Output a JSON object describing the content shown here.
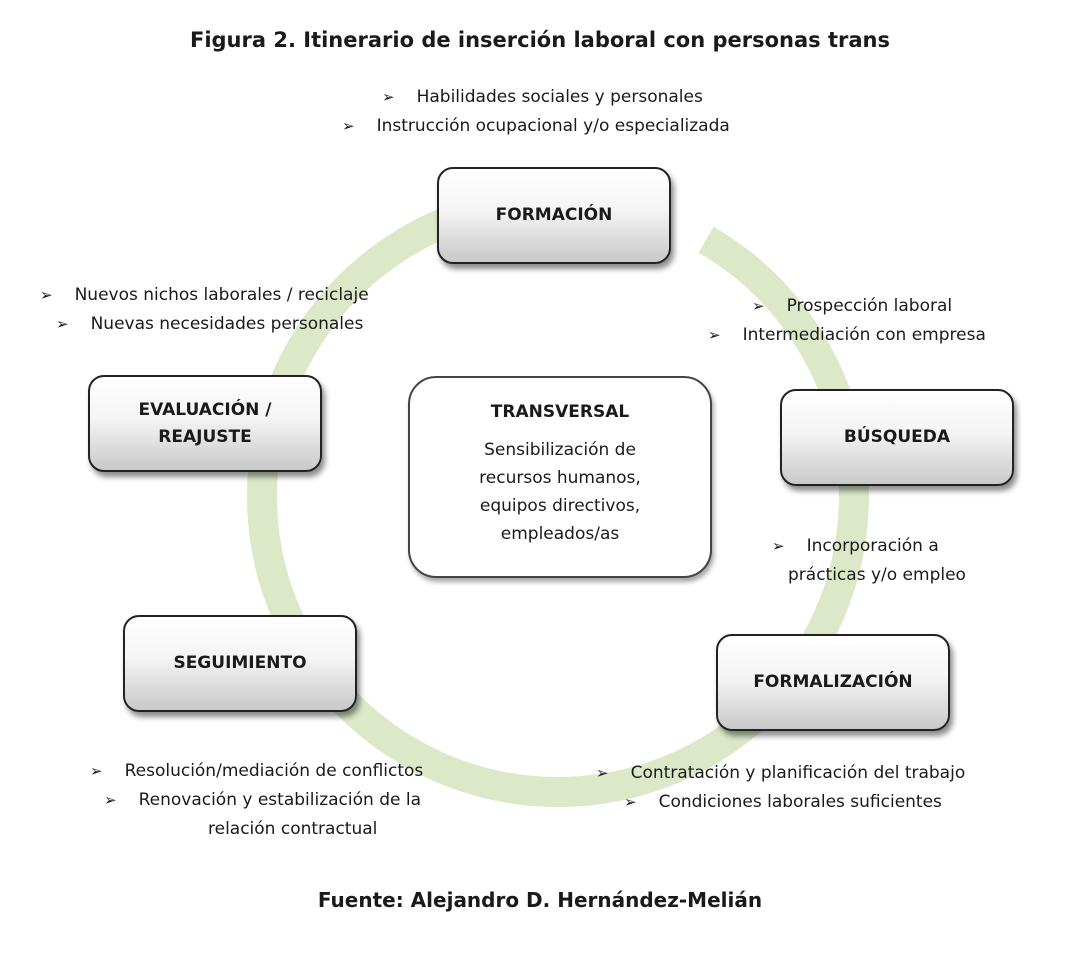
{
  "title": "Figura 2. Itinerario de inserción laboral con personas trans",
  "source": "Fuente: Alejandro D. Hernández-Melián",
  "ring_color": "#dde8c8",
  "bullet_glyph": "➢",
  "stages": {
    "formacion": "FORMACIÓN",
    "busqueda": "BÚSQUEDA",
    "formalizacion": "FORMALIZACIÓN",
    "seguimiento": "SEGUIMIENTO",
    "evaluacion_line1": "EVALUACIÓN /",
    "evaluacion_line2": "REAJUSTE"
  },
  "center": {
    "title": "TRANSVERSAL",
    "lines": [
      "Sensibilización de",
      "recursos humanos,",
      "equipos directivos,",
      "empleados/as"
    ]
  },
  "notes": {
    "formacion": [
      "Habilidades sociales y personales",
      "Instrucción ocupacional y/o especializada"
    ],
    "busqueda": [
      "Prospección laboral",
      "Intermediación con empresa"
    ],
    "formalizacion_in": [
      "Incorporación a",
      "prácticas y/o empleo"
    ],
    "formalizacion_out": [
      "Contratación y planificación del trabajo",
      "Condiciones laborales suficientes"
    ],
    "seguimiento": [
      "Resolución/mediación de conflictos",
      "Renovación y estabilización de la",
      "relación contractual"
    ],
    "evaluacion": [
      "Nuevos nichos laborales / reciclaje",
      "Nuevas necesidades personales"
    ]
  }
}
